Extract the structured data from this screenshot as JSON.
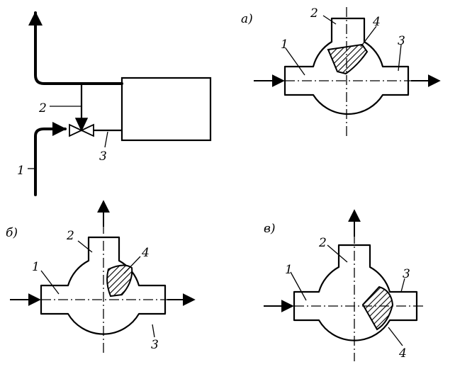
{
  "schematic": {
    "labels": {
      "pipe1": "1",
      "pipe2": "2",
      "pipe3": "3"
    }
  },
  "views": [
    {
      "id": "a",
      "caption": "а)",
      "labels": {
        "port1": "1",
        "port2": "2",
        "port3": "3",
        "plug": "4"
      }
    },
    {
      "id": "b",
      "caption": "б)",
      "labels": {
        "port1": "1",
        "port2": "2",
        "port3": "3",
        "plug": "4"
      }
    },
    {
      "id": "v",
      "caption": "в)",
      "labels": {
        "port1": "1",
        "port2": "2",
        "port3": "3",
        "plug": "4"
      }
    }
  ]
}
